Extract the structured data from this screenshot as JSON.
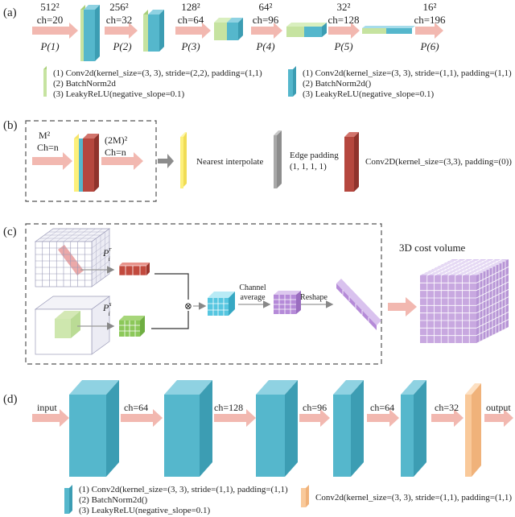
{
  "panel_a": {
    "label": "(a)",
    "stages": [
      {
        "size": "512²",
        "ch": "ch=20",
        "p": "P(1)"
      },
      {
        "size": "256²",
        "ch": "ch=32",
        "p": "P(2)"
      },
      {
        "size": "128²",
        "ch": "ch=64",
        "p": "P(3)"
      },
      {
        "size": "64²",
        "ch": "ch=96",
        "p": "P(4)"
      },
      {
        "size": "32²",
        "ch": "ch=128",
        "p": "P(5)"
      },
      {
        "size": "16²",
        "ch": "ch=196",
        "p": "P(6)"
      }
    ],
    "legend_green": [
      "(1) Conv2d(kernel_size=(3, 3), stride=(2,2), padding=(1,1)",
      "(2) BatchNorm2d",
      "(3) LeakyReLU(negative_slope=0.1)"
    ],
    "legend_blue": [
      "(1) Conv2d(kernel_size=(3, 3), stride=(1,1), padding=(1,1)",
      "(2) BatchNorm2d()",
      "(3) LeakyReLU(negative_slope=0.1)"
    ]
  },
  "panel_b": {
    "label": "(b)",
    "in_size": "M²",
    "in_ch": "Ch=n",
    "out_size": "(2M)²",
    "out_ch": "Ch=n",
    "nearest": "Nearest interpolate",
    "edge_line1": "Edge padding",
    "edge_line2": "(1, 1, 1, 1)",
    "conv": "Conv2D(kernel_size=(3,3), padding=(0))"
  },
  "panel_c": {
    "label": "(c)",
    "p_top": "P",
    "p_top_sup": "r",
    "p_top_sub": "i",
    "p_bottom": "P",
    "p_bottom_sup": "s",
    "p_bottom_sub": "i",
    "otimes": "⊗",
    "channel_line1": "Channel",
    "channel_line2": "average",
    "reshape": "Reshape",
    "cost_volume": "3D cost volume"
  },
  "panel_d": {
    "label": "(d)",
    "input": "input",
    "output": "output",
    "channels": [
      "ch=64",
      "ch=128",
      "ch=96",
      "ch=64",
      "ch=32"
    ],
    "legend_blue": [
      "(1) Conv2d(kernel_size=(3, 3), stride=(1,1), padding=(1,1)",
      "(2) BatchNorm2d()",
      "(3) LeakyReLU(negative_slope=0.1)"
    ],
    "legend_orange": "Conv2d(kernel_size=(3, 3), stride=(1,1), padding=(1,1)"
  },
  "colors": {
    "arrow": "#f2b8b0",
    "green": "#c6e3a0",
    "blue": "#55b7cc",
    "yellow": "#fdf07a",
    "red": "#b5473e",
    "gray": "#a9a9a9",
    "orange": "#f9c99a",
    "purple": "#c8a8e0",
    "cyan": "#8fdcef",
    "grid": "#8a8aa8"
  }
}
